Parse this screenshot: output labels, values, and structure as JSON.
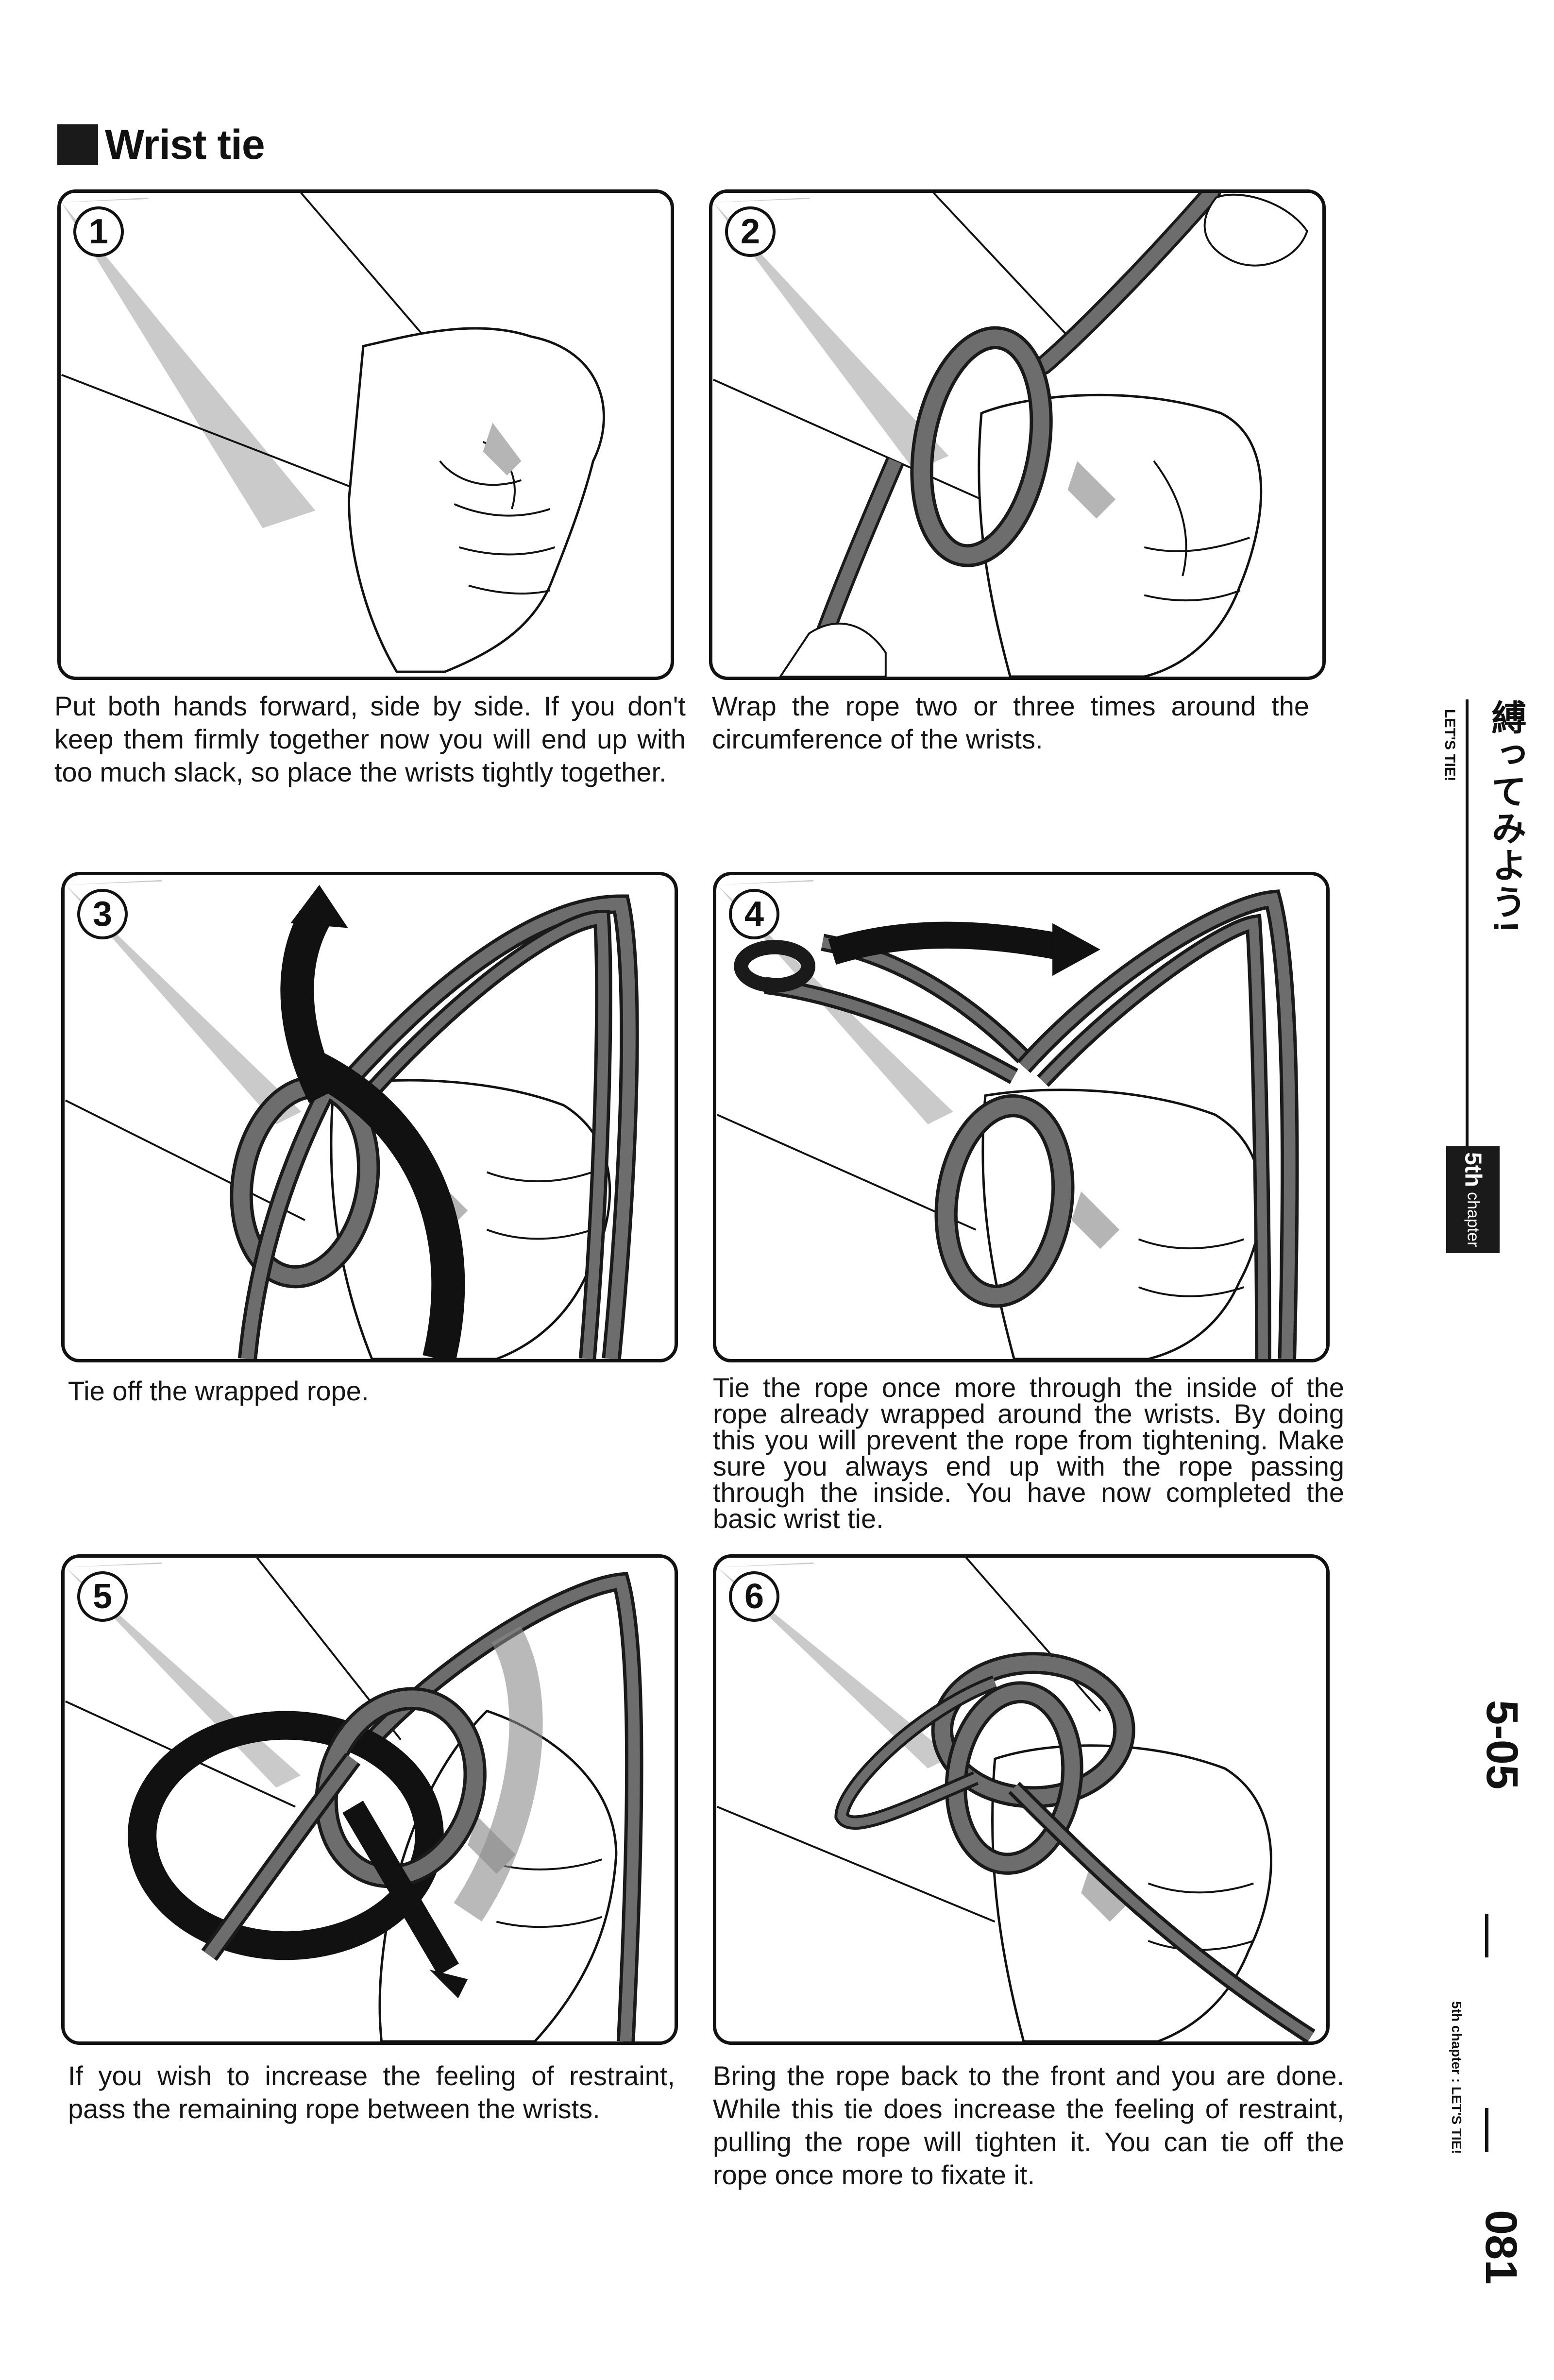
{
  "section": {
    "title": "Wrist tie"
  },
  "steps": [
    {
      "number": "1",
      "caption": "Put both hands forward, side by side. If you don't keep them firmly together now you will end up with too much slack, so place the wrists tightly together."
    },
    {
      "number": "2",
      "caption": "Wrap the rope two or three times around the circumference of the wrists."
    },
    {
      "number": "3",
      "caption": "Tie off the wrapped rope."
    },
    {
      "number": "4",
      "caption": "Tie the rope once more through the inside of the rope already wrapped around the wrists. By doing this you will prevent the rope from tightening. Make sure you always end up with the rope passing through the inside. You have now completed the basic wrist tie."
    },
    {
      "number": "5",
      "caption": "If you wish to increase the feeling of restraint, pass the remaining rope between the wrists."
    },
    {
      "number": "6",
      "caption": "Bring the rope back to the front and you are done. While this tie does increase the feeling of restraint, pulling the rope will tighten it. You can tie off the rope once more to fixate it."
    }
  ],
  "sidebar": {
    "chapter_title_jp": "縛ってみよう!",
    "chapter_title_en": "LET'S TIE!",
    "chapter_tab_big": "5th",
    "chapter_tab_small": "chapter",
    "section_code": "5-05",
    "section_sub_line1": "5th chapter :",
    "section_sub_line2": "LET'S TIE!",
    "page_number": "081"
  },
  "colors": {
    "rope": "#6d6d6d",
    "rope_outline": "#1a1a1a",
    "shadow": "#b5b5b5",
    "ink": "#111111"
  }
}
